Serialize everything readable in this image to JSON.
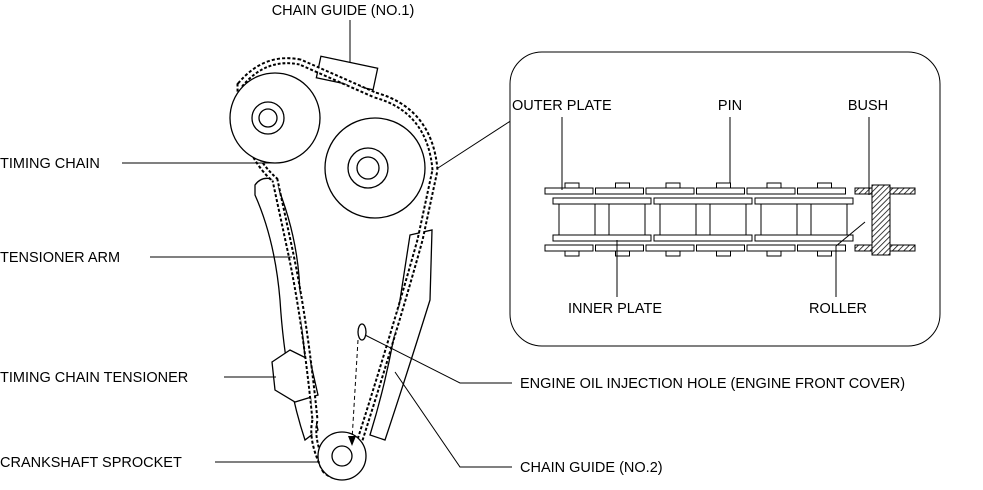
{
  "labels": {
    "chain_guide_1": "CHAIN GUIDE (NO.1)",
    "timing_chain": "TIMING CHAIN",
    "tensioner_arm": "TENSIONER ARM",
    "timing_chain_tensioner": "TIMING CHAIN TENSIONER",
    "crankshaft_sprocket": "CRANKSHAFT SPROCKET",
    "oil_injection_hole": "ENGINE OIL INJECTION HOLE (ENGINE FRONT COVER)",
    "chain_guide_2": "CHAIN GUIDE (NO.2)"
  },
  "inset": {
    "outer_plate": "OUTER PLATE",
    "pin": "PIN",
    "bush": "BUSH",
    "inner_plate": "INNER PLATE",
    "roller": "ROLLER"
  }
}
